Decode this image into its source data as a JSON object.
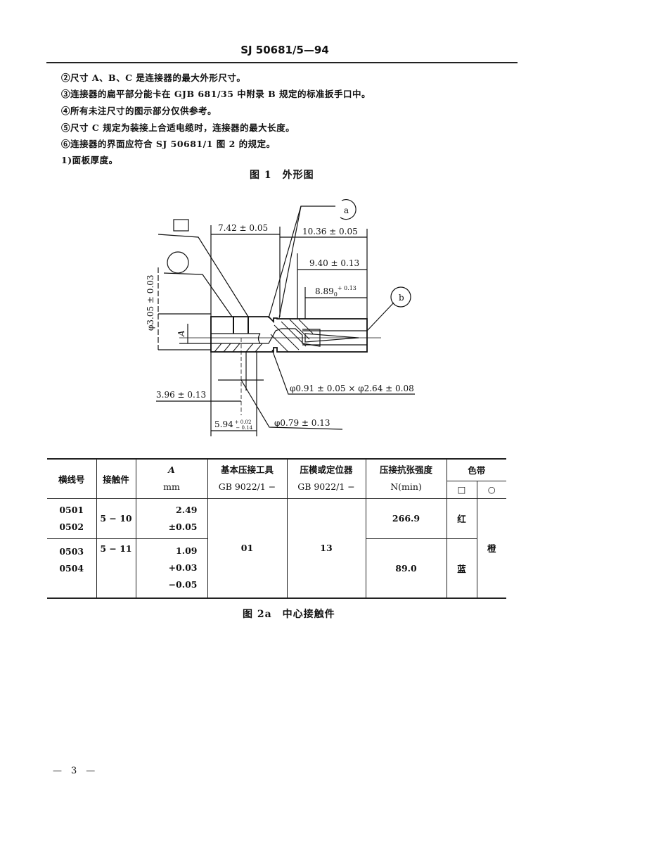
{
  "header": {
    "doc_number": "SJ 50681/5—94"
  },
  "notes": [
    "②尺寸 A、B、C 是连接器的最大外形尺寸。",
    "③连接器的扁平部分能卡在 GJB 681/35 中附录 B 规定的标准扳手口中。",
    "④所有未注尺寸的图示部分仅供参考。",
    "⑤尺寸 C 规定为装接上合适电缆时，连接器的最大长度。",
    "⑥连接器的界面应符合 SJ 50681/1 图 2 的规定。",
    "1)面板厚度。"
  ],
  "figure1": {
    "caption": "图 1　外形图",
    "dims": {
      "d1": "7.42 ± 0.05",
      "d2": "10.36 ± 0.05",
      "d3": "9.40 ± 0.13",
      "d4_main": "8.89",
      "d4_lower": "0",
      "d4_upper": "+ 0.13",
      "d5": "φ3.05 ± 0.03",
      "d6": "A",
      "d7": "φ0.91 ± 0.05 × φ2.64 ± 0.08",
      "d8": "3.96 ± 0.13",
      "d9_main": "5.94",
      "d9_upper": "+ 0.02",
      "d9_lower": "− 0.14",
      "d10": "φ0.79 ± 0.13"
    },
    "labels": {
      "a": "a",
      "b": "b"
    }
  },
  "table": {
    "headers": {
      "part": "横线号",
      "contact": "接触件",
      "a_top": "A",
      "a_unit": "mm",
      "tool_top": "基本压接工具",
      "tool_std": "GB 9022/1 −",
      "die_top": "压模或定位器",
      "die_std": "GB 9022/1 −",
      "strength_top": "压接抗张强度",
      "strength_unit": "N(min)",
      "color_band": "色带",
      "band_square": "□",
      "band_circle": "○"
    },
    "rows": [
      {
        "parts": [
          "0501",
          "0502"
        ],
        "contact": "5 − 10",
        "a": [
          "2.49",
          "±0.05"
        ],
        "strength": "266.9",
        "square_color": "红"
      },
      {
        "parts": [
          "0503",
          "0504"
        ],
        "contact": "5 − 11",
        "a": [
          "1.09",
          "+0.03",
          "−0.05"
        ],
        "strength": "89.0",
        "square_color": "蓝"
      }
    ],
    "tool": "01",
    "die": "13",
    "circle_color": "橙"
  },
  "figure2a": {
    "caption": "图 2a　中心接触件"
  },
  "footer": {
    "page": "—　3　—"
  }
}
